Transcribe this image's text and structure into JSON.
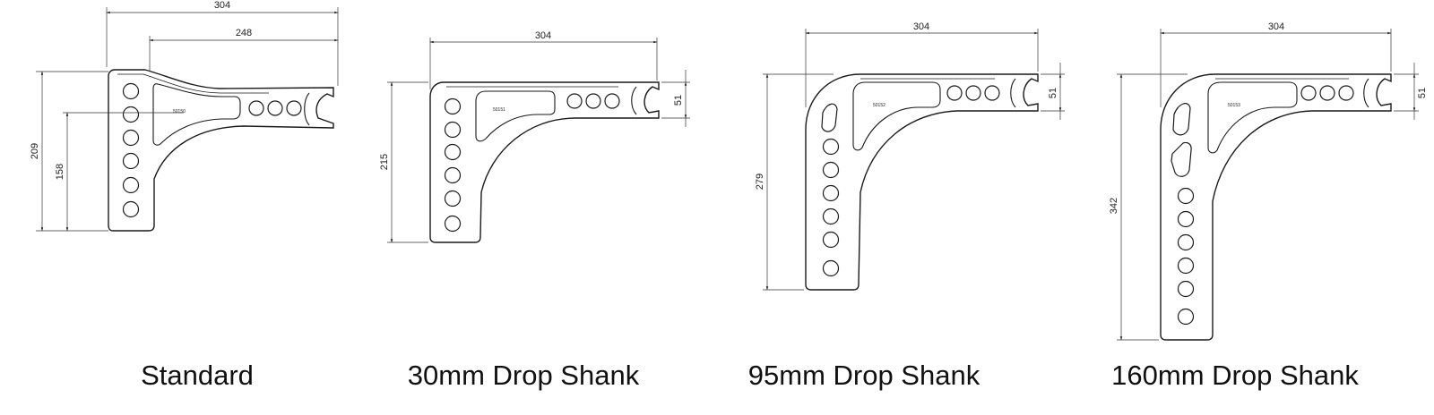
{
  "drawings": [
    {
      "caption": "Standard",
      "part_number": "50150",
      "dimensions": {
        "overall_width": "304",
        "shank_length": "248",
        "overall_height": "209",
        "hole_height": "158"
      }
    },
    {
      "caption": "30mm Drop Shank",
      "part_number": "50151",
      "dimensions": {
        "overall_width": "304",
        "shank_height": "51",
        "overall_height": "215"
      }
    },
    {
      "caption": "95mm Drop Shank",
      "part_number": "50152",
      "dimensions": {
        "overall_width": "304",
        "shank_height": "51",
        "overall_height": "279"
      }
    },
    {
      "caption": "160mm Drop Shank",
      "part_number": "50153",
      "dimensions": {
        "overall_width": "304",
        "shank_height": "51",
        "overall_height": "342"
      }
    }
  ],
  "colors": {
    "line": "#1a1a1a",
    "background": "#ffffff"
  }
}
